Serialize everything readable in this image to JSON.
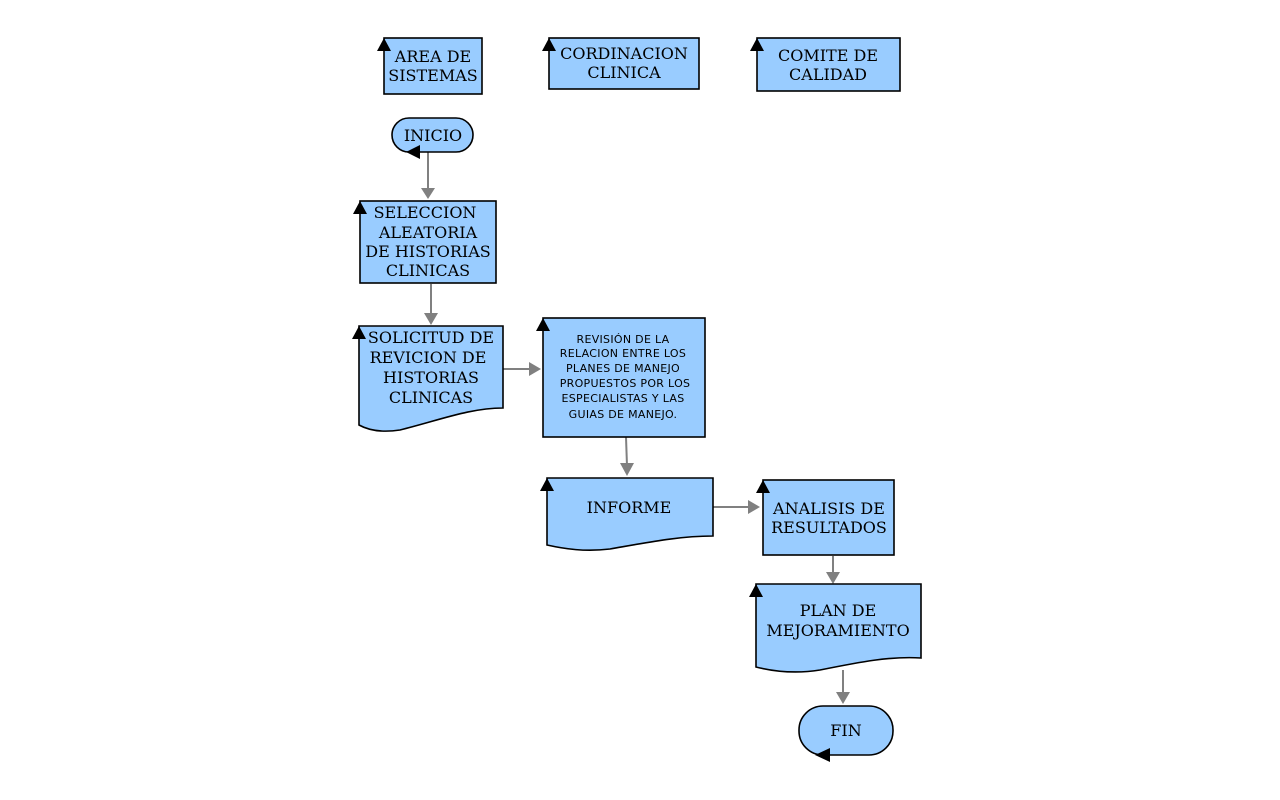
{
  "colors": {
    "shape_fill": "#99ccff",
    "connector": "#808080",
    "outline": "#000000",
    "background": "#ffffff"
  },
  "lanes": {
    "areas": [
      "AREA DE",
      "SISTEMAS"
    ],
    "cordinacion": [
      "CORDINACION",
      "CLINICA"
    ],
    "comite": [
      "COMITE DE",
      "CALIDAD"
    ]
  },
  "nodes": {
    "inicio": [
      "INICIO"
    ],
    "seleccion": [
      "SELECCION",
      "ALEATORIA",
      "DE HISTORIAS",
      "CLINICAS"
    ],
    "solicitud": [
      "SOLICITUD DE",
      "REVICION DE",
      "HISTORIAS",
      "CLINICAS"
    ],
    "revision": [
      "REVISIÓN DE LA",
      "RELACION ENTRE LOS",
      "PLANES DE MANEJO",
      "PROPUESTOS POR LOS",
      "ESPECIALISTAS Y LAS",
      "GUIAS DE MANEJO."
    ],
    "informe": [
      "INFORME"
    ],
    "analisis": [
      "ANALISIS DE",
      "RESULTADOS"
    ],
    "plan": [
      "PLAN DE",
      "MEJORAMIENTO"
    ],
    "fin": [
      "FIN"
    ]
  }
}
